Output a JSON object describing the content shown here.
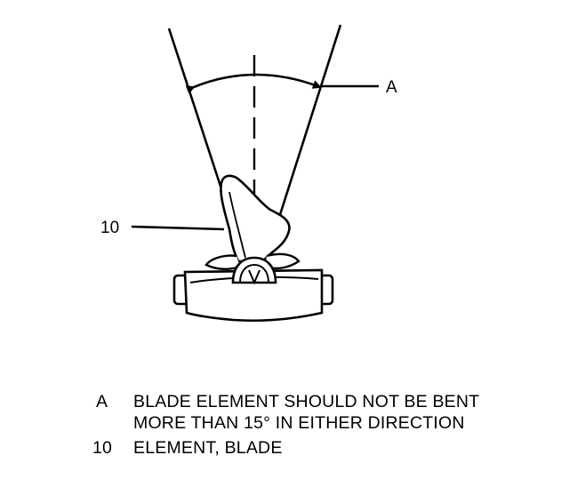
{
  "diagram": {
    "callout_a": "A",
    "callout_10": "10"
  },
  "legend": {
    "items": [
      {
        "key": "A",
        "lines": [
          "BLADE ELEMENT SHOULD NOT BE BENT",
          "MORE THAN 15° IN EITHER DIRECTION"
        ]
      },
      {
        "key": "10",
        "lines": [
          "ELEMENT, BLADE"
        ]
      }
    ]
  }
}
